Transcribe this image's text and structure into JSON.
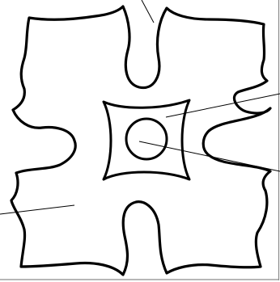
{
  "diagram": {
    "description_shown": false,
    "colors": {
      "outline": "#000000",
      "background": "#ffffff",
      "frame": "#8a8a8a"
    },
    "shapes": [
      "ornamental-quatrefoil-outline",
      "concave-square",
      "center-circle"
    ],
    "leader_lines_count": 4
  }
}
